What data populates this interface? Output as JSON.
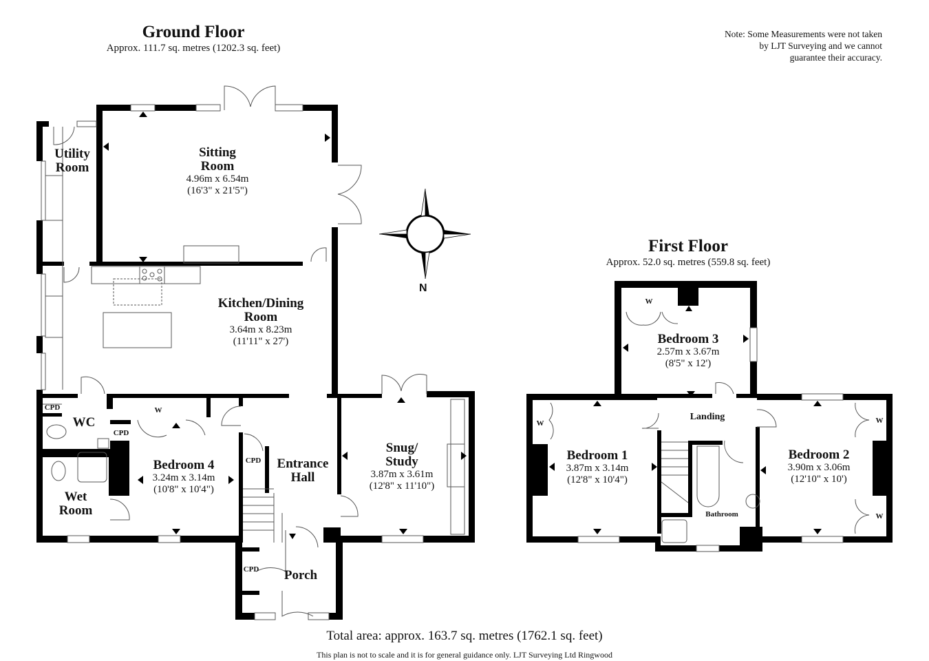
{
  "ground_floor": {
    "title": "Ground Floor",
    "area": "Approx. 111.7 sq. metres (1202.3 sq. feet)",
    "rooms": [
      {
        "name_line1": "Sitting",
        "name_line2": "Room",
        "metric": "4.96m x 6.54m",
        "imperial": "(16'3\" x 21'5\")"
      },
      {
        "name_line1": "Utility",
        "name_line2": "Room",
        "metric": "",
        "imperial": ""
      },
      {
        "name_line1": "Kitchen/Dining",
        "name_line2": "Room",
        "metric": "3.64m x 8.23m",
        "imperial": "(11'11\" x 27')"
      },
      {
        "name_line1": "WC",
        "name_line2": "",
        "metric": "",
        "imperial": ""
      },
      {
        "name_line1": "Wet",
        "name_line2": "Room",
        "metric": "",
        "imperial": ""
      },
      {
        "name_line1": "Bedroom 4",
        "name_line2": "",
        "metric": "3.24m x 3.14m",
        "imperial": "(10'8\" x 10'4\")"
      },
      {
        "name_line1": "Entrance",
        "name_line2": "Hall",
        "metric": "",
        "imperial": ""
      },
      {
        "name_line1": "Snug/",
        "name_line2": "Study",
        "metric": "3.87m x 3.61m",
        "imperial": "(12'8\" x 11'10\")"
      },
      {
        "name_line1": "Porch",
        "name_line2": "",
        "metric": "",
        "imperial": ""
      }
    ],
    "small_labels": [
      "CPD",
      "CPD",
      "CPD",
      "CPD",
      "W"
    ]
  },
  "first_floor": {
    "title": "First Floor",
    "area": "Approx. 52.0 sq. metres (559.8 sq. feet)",
    "rooms": [
      {
        "name_line1": "Bedroom 3",
        "metric": "2.57m x 3.67m",
        "imperial": "(8'5\" x 12')"
      },
      {
        "name_line1": "Bedroom 1",
        "metric": "3.87m x 3.14m",
        "imperial": "(12'8\" x 10'4\")"
      },
      {
        "name_line1": "Bedroom 2",
        "metric": "3.90m x 3.06m",
        "imperial": "(12'10\" x 10')"
      },
      {
        "name_line1": "Landing",
        "metric": "",
        "imperial": ""
      },
      {
        "name_line1": "Bathroom",
        "metric": "",
        "imperial": ""
      }
    ],
    "small_labels": [
      "W",
      "W",
      "W",
      "W"
    ]
  },
  "note": {
    "line1": "Note: Some Measurements were not taken",
    "line2": "by LJT Surveying and we cannot",
    "line3": "guarantee their accuracy."
  },
  "compass": {
    "label": "N"
  },
  "footer": {
    "total": "Total area: approx. 163.7 sq. metres (1762.1 sq. feet)",
    "disclaimer": "This plan is not to scale and it is for general guidance only. LJT Surveying Ltd Ringwood"
  },
  "colors": {
    "wall": "#000000",
    "line": "#555555",
    "background": "#ffffff"
  }
}
